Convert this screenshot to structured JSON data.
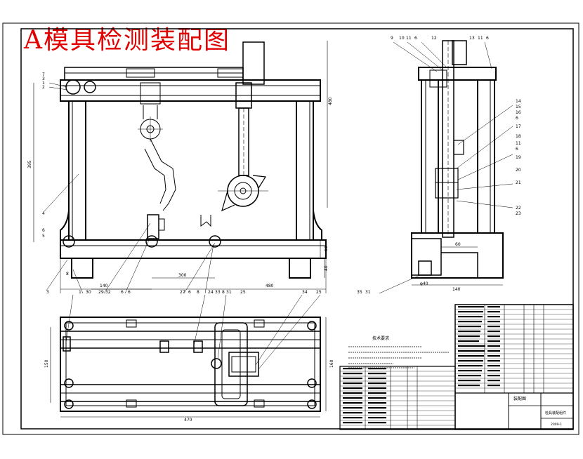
{
  "title": "A模具检测装配图",
  "front_view": {
    "dimensions": {
      "width_140": "140",
      "width_300": "300",
      "width_480": "480",
      "height_395": "395",
      "height_480": "480",
      "height_60": "60",
      "height_40": "40"
    },
    "part_numbers": [
      "7",
      "3",
      "1",
      "2",
      "4",
      "6",
      "5",
      "8",
      "3",
      "1",
      "30",
      "29",
      "32",
      "6",
      "6",
      "27",
      "6",
      "8",
      "24",
      "33",
      "8",
      "31",
      "25",
      "34",
      "25"
    ]
  },
  "side_view": {
    "dimensions": {
      "w_60": "60",
      "w_140": "140",
      "phi_40": "φ40"
    },
    "part_numbers_top": [
      "9",
      "10",
      "11",
      "6",
      "12",
      "13",
      "11",
      "6"
    ],
    "part_numbers_right": [
      "14",
      "15",
      "16",
      "6",
      "17",
      "18",
      "11",
      "6",
      "19",
      "20",
      "21",
      "22",
      "23"
    ],
    "part_numbers_bottom": [
      "35",
      "31"
    ]
  },
  "top_view": {
    "dimensions": {
      "w_470": "470",
      "h_150": "150",
      "h_160": "160"
    }
  },
  "tech_req_title": "技术要求",
  "title_block": {
    "drawing_title": "装配图",
    "name": "检具装配组件",
    "code": "2009-1"
  }
}
